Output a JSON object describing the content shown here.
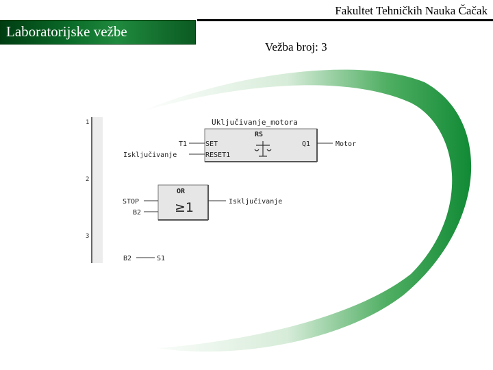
{
  "header": {
    "faculty": "Fakultet Tehničkih Nauka Čačak"
  },
  "lab_label": "Laboratorijske vežbe",
  "exercise_label": "Vežba broj: 3",
  "colors": {
    "accent": "#1f8a3e",
    "dark_green": "#003d12",
    "block_fill": "#e6e6e6"
  },
  "diagram": {
    "network_numbers": [
      "1",
      "2",
      "3"
    ],
    "rs_block": {
      "instance_name": "Uključivanje_motora",
      "type": "RS",
      "in_set_signal": "T1",
      "in_set_pin": "SET",
      "in_reset_signal": "Isključivanje",
      "in_reset_pin": "RESET1",
      "out_pin": "Q1",
      "out_signal": "Motor"
    },
    "or_block": {
      "type": "OR",
      "symbol": "≥1",
      "in1": "STOP",
      "in2": "B2",
      "out": "Isključivanje"
    },
    "assign": {
      "in": "B2",
      "out": "S1"
    }
  }
}
